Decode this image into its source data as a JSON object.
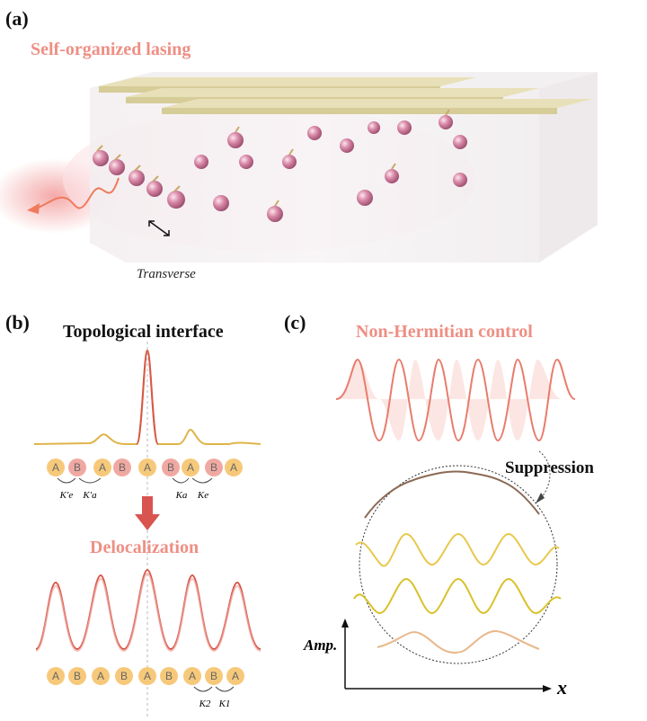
{
  "panel_a": {
    "label": "(a)",
    "title": "Self-organized lasing",
    "transverse_label": "Transverse"
  },
  "panel_b": {
    "label": "(b)",
    "title": "Topological interface",
    "top_chain": [
      "A",
      "B",
      "A",
      "B",
      "A",
      "B",
      "A",
      "B",
      "A"
    ],
    "top_couplings": [
      {
        "text": "K′e"
      },
      {
        "text": "K′a"
      },
      {
        "text": "Ka"
      },
      {
        "text": "Ke"
      }
    ],
    "delocalization_label": "Delocalization",
    "bottom_chain": [
      "A",
      "B",
      "A",
      "B",
      "A",
      "B",
      "A",
      "B",
      "A"
    ],
    "bottom_couplings": [
      {
        "text": "K2"
      },
      {
        "text": "K1"
      }
    ]
  },
  "panel_c": {
    "label": "(c)",
    "title": "Non-Hermitian control",
    "suppression_label": "Suppression",
    "y_axis_label": "Amp.",
    "x_axis_label": "x"
  },
  "colors": {
    "accent_pink": "#ee8f84",
    "site_a": "#f6c97a",
    "site_b": "#f0a9a2",
    "arrow_red": "#d9534f",
    "curve_red": "#d8574a",
    "curve_yellow": "#e8c84a"
  }
}
